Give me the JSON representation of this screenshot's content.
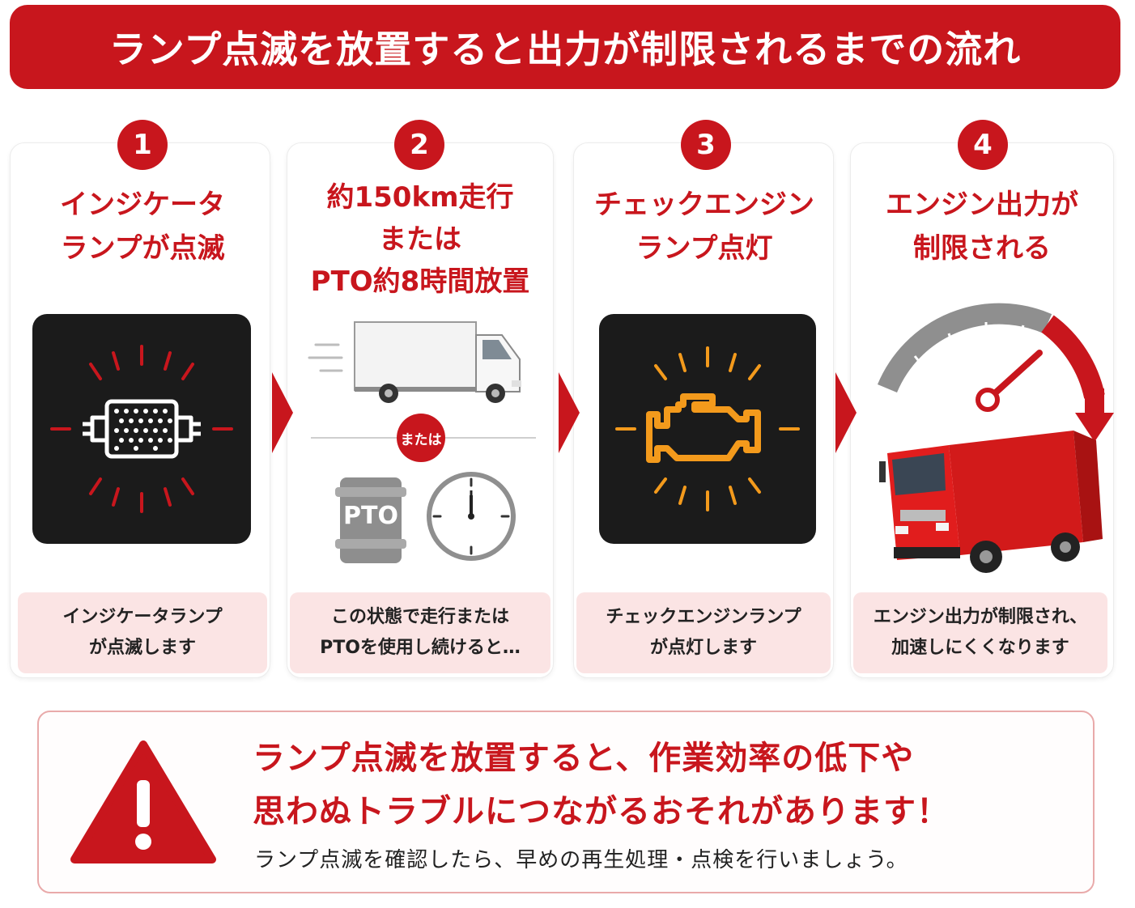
{
  "header": {
    "title": "ランプ点滅を放置すると出力が制限されるまでの流れ"
  },
  "steps": [
    {
      "number": "1",
      "title_line1": "インジケータ",
      "title_line2": "ランプが点滅",
      "title_line3": "",
      "desc_line1": "インジケータランプ",
      "desc_line2": "が点滅します"
    },
    {
      "number": "2",
      "title_line1": "約150km走行",
      "title_line2": "または",
      "title_line3": "PTO約8時間放置",
      "desc_line1": "この状態で走行または",
      "desc_line2": "PTOを使用し続けると…",
      "or_badge": "または",
      "pto_label": "PTO"
    },
    {
      "number": "3",
      "title_line1": "チェックエンジン",
      "title_line2": "ランプ点灯",
      "title_line3": "",
      "desc_line1": "チェックエンジンランプ",
      "desc_line2": "が点灯します"
    },
    {
      "number": "4",
      "title_line1": "エンジン出力が",
      "title_line2": "制限される",
      "title_line3": "",
      "desc_line1": "エンジン出力が制限され、",
      "desc_line2": "加速しにくくなります"
    }
  ],
  "warning": {
    "line1": "ランプ点滅を放置すると、作業効率の低下や",
    "line2": "思わぬトラブルにつながるおそれがあります！",
    "sub": "ランプ点滅を確認したら、早めの再生処理・点検を行いましょう。"
  },
  "colors": {
    "brand_red": "#c8161d",
    "desc_bg": "#fbe4e4",
    "amber": "#f39a1c"
  }
}
